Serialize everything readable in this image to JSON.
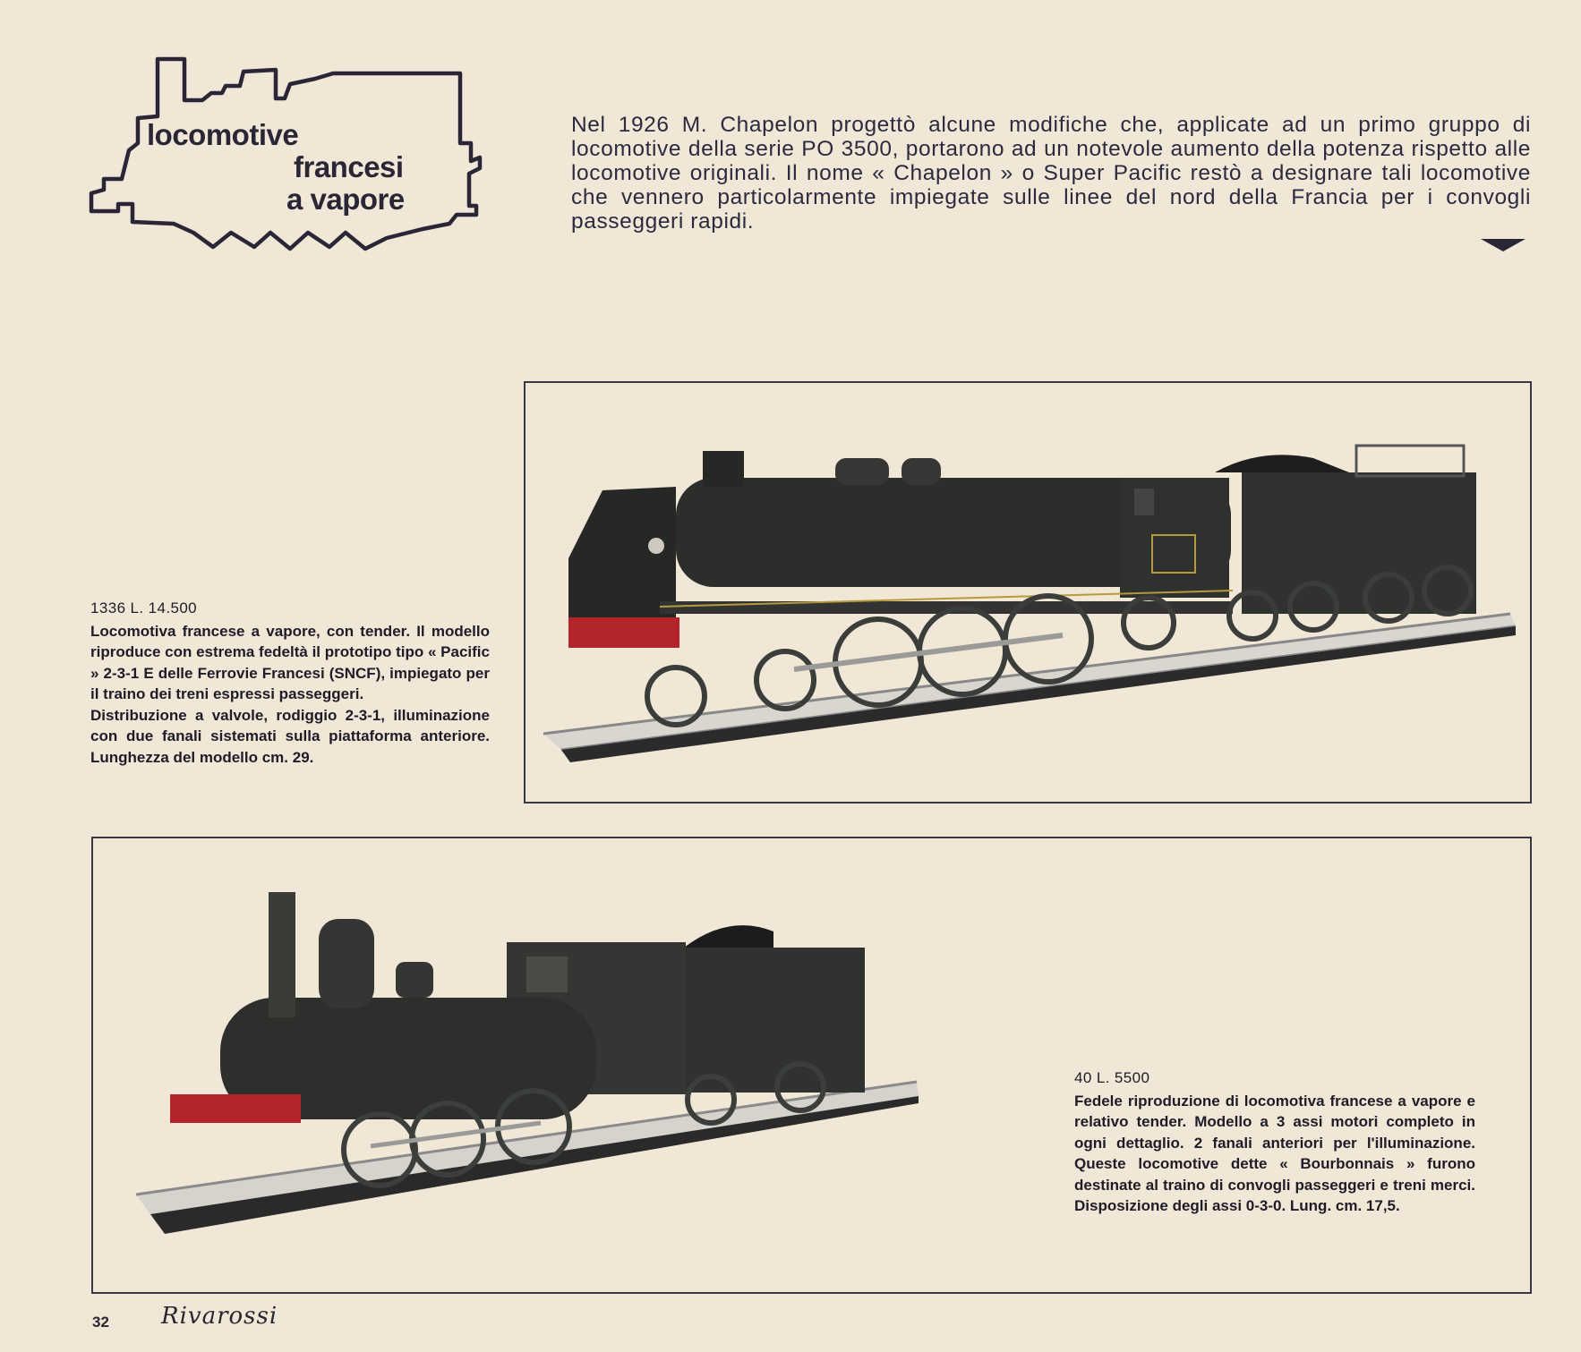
{
  "header": {
    "title_line1": "locomotive",
    "title_line2": "francesi",
    "title_line3": "a vapore"
  },
  "intro_text": "Nel 1926 M. Chapelon progettò alcune modifiche che, applicate ad un primo gruppo di locomotive della serie PO 3500, portarono ad un notevole aumento della potenza rispetto alle locomotive originali. Il nome « Chapelon » o Super Pacific restò a designare tali locomotive che vennero particolarmente impiegate sulle linee del nord della Francia per i convogli passeggeri rapidi.",
  "products": [
    {
      "code": "1336   L. 14.500",
      "paragraph1": "Locomotiva francese a vapore, con tender. Il modello riproduce con estrema fedeltà il prototipo tipo « Pacific » 2-3-1 E delle Ferrovie Francesi (SNCF), impiegato per il traino dei treni espressi passeggeri.",
      "paragraph2": "Distribuzione a valvole, rodiggio 2-3-1, illuminazione con due fanali sistemati sulla piattaforma anteriore. Lunghezza del modello cm. 29."
    },
    {
      "code": "40   L. 5500",
      "paragraph1": "Fedele riproduzione di locomotiva francese a vapore e relativo tender. Modello a 3 assi motori completo in ogni dettaglio. 2 fanali anteriori per l'illuminazione. Queste locomotive dette « Bourbonnais » furono destinate al traino di convogli passeggeri e treni merci. Disposizione degli assi 0-3-0. Lung. cm. 17,5."
    }
  ],
  "footer": {
    "page_number": "32",
    "brand": "Rivarossi"
  },
  "colors": {
    "paper": "#f1e7d6",
    "ink": "#2a2530",
    "loco": "#2d302c",
    "red_buffer": "#b4252b"
  }
}
